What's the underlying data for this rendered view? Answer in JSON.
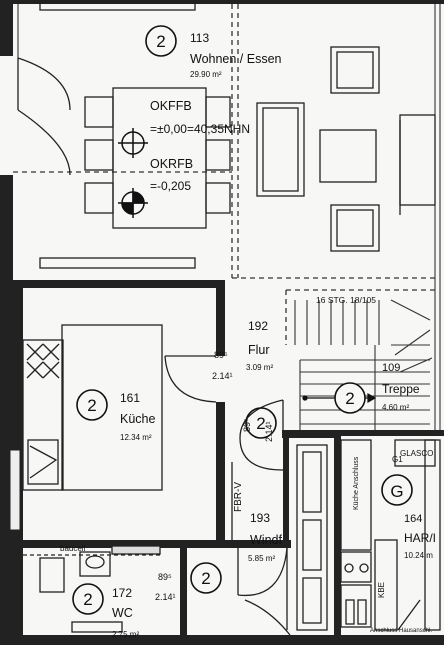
{
  "rooms": [
    {
      "id": "wohnen",
      "circle_label": "2",
      "number": "113",
      "name": "Wohnen / Essen",
      "area": "29.90 m²"
    },
    {
      "id": "kueche",
      "circle_label": "2",
      "number": "161",
      "name": "Küche",
      "area": "12.34 m²"
    },
    {
      "id": "flur",
      "circle_label": "2",
      "number": "192",
      "name": "Flur",
      "area": "3.09 m²"
    },
    {
      "id": "treppe",
      "circle_label": "2",
      "number": "109",
      "name": "Treppe",
      "area": "4.60 m²"
    },
    {
      "id": "windf",
      "circle_label": "2",
      "number": "193",
      "name": "Windf",
      "area": "5.85 m²"
    },
    {
      "id": "wc",
      "circle_label": "2",
      "number": "172",
      "name": "WC",
      "area": "2.75 m²"
    },
    {
      "id": "har",
      "circle_label": "G",
      "number": "164",
      "name": "HAR/I",
      "area": "10.24 m"
    }
  ],
  "levels": {
    "okffb_label": "OKFFB",
    "okffb_value": "=±0,00=40,35NHN",
    "okrfb_label": "OKRFB",
    "okrfb_value": "=-0,205"
  },
  "stairs": {
    "note": "16 STG. 18/105"
  },
  "door_dims": [
    {
      "id": "kueche-door",
      "top": "89⁵",
      "bottom": "2.14¹"
    },
    {
      "id": "flur-door",
      "top": "89⁵",
      "bottom": "2.14¹"
    },
    {
      "id": "wc-door",
      "top": "89⁵",
      "bottom": "2.14¹"
    }
  ],
  "labels": {
    "fbr": "FBR-V",
    "baucell": "baucell",
    "kueche_anschluss": "Küche Anschluss",
    "kbe": "KBE",
    "glascon": "GLASCO",
    "g1": "G1",
    "fbh": "Anschluss Hausanschl."
  }
}
